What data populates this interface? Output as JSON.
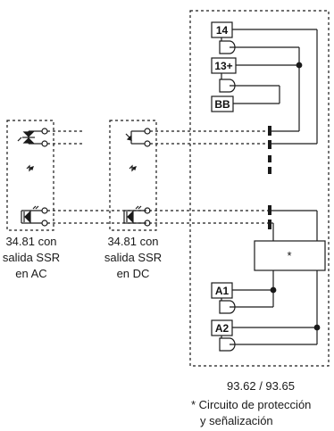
{
  "terminals": {
    "t14": "14",
    "t13": "13+",
    "tbb": "BB",
    "ta1": "A1",
    "ta2": "A2"
  },
  "circuit_box_symbol": "*",
  "modules": {
    "ac": {
      "line1": "34.81 con",
      "line2": "salida SSR",
      "line3": "en AC"
    },
    "dc": {
      "line1": "34.81 con",
      "line2": "salida SSR",
      "line3": "en DC"
    }
  },
  "relay_label": "93.62 / 93.65",
  "footnote": {
    "line1": "* Circuito de protección",
    "line2": "y señalización"
  },
  "colors": {
    "ink": "#1a1a1a",
    "background": "#ffffff"
  }
}
